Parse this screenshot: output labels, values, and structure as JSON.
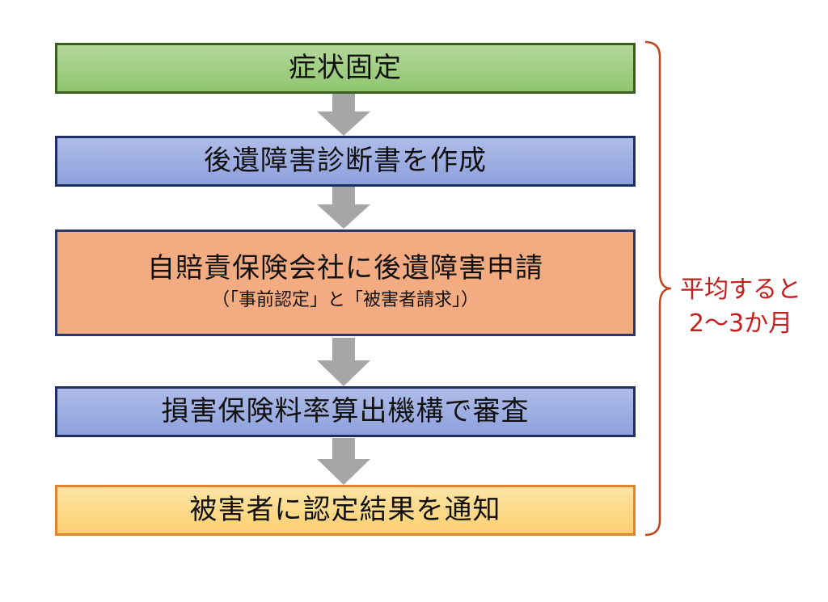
{
  "steps": [
    {
      "label": "症状固定"
    },
    {
      "label": "後遺障害診断書を作成"
    },
    {
      "label": "自賠責保険会社に後遺障害申請",
      "sublabel": "（「事前認定」と「被害者請求」）"
    },
    {
      "label": "損害保険料率算出機構で審査"
    },
    {
      "label": "被害者に認定結果を通知"
    }
  ],
  "duration": {
    "line1": "平均すると",
    "line2": "2～3か月"
  },
  "colors": {
    "step1_fill": "#9ccf7d",
    "step2_fill": "#9aabe1",
    "step3_fill": "#f3ab81",
    "step4_fill": "#9aabe1",
    "step5_fill": "#fcd885",
    "arrow": "#a6a6a6",
    "bracket": "#c0461c",
    "duration_text": "#c21f1f"
  },
  "icons": {
    "arrow": "down-arrow-icon",
    "bracket": "right-curly-bracket"
  }
}
